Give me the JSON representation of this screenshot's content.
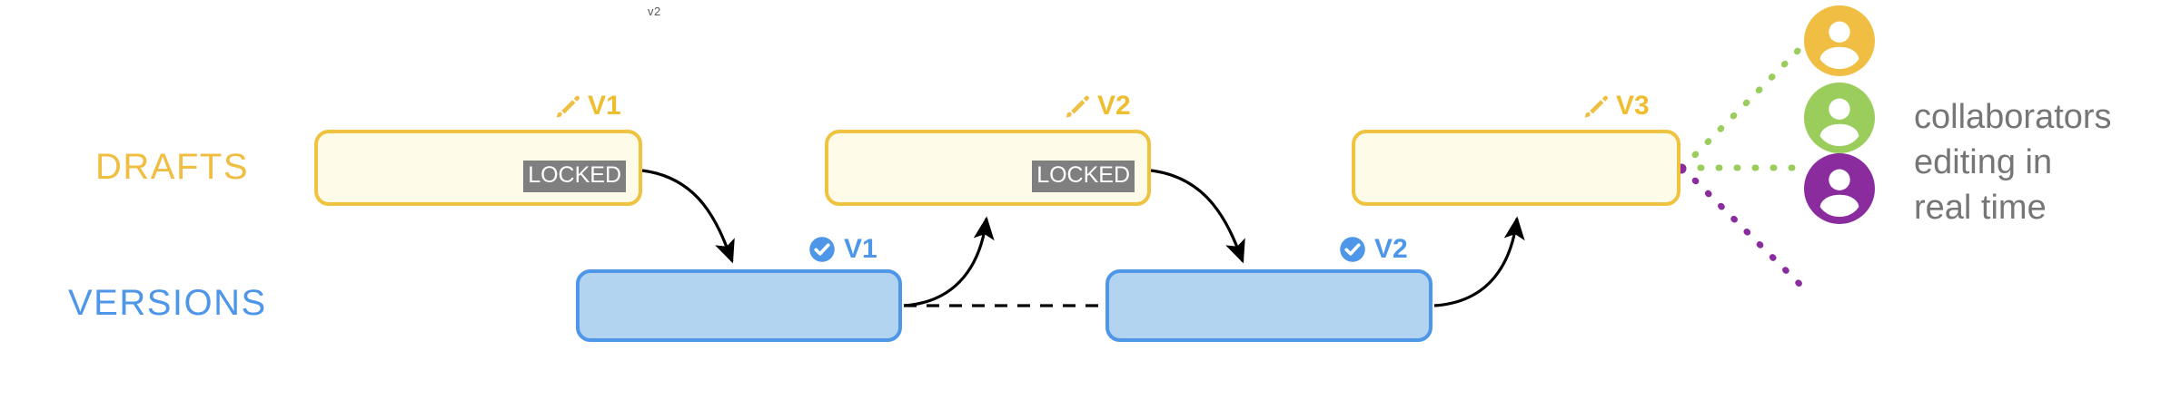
{
  "diagram": {
    "corner_label": "v2",
    "rows": [
      {
        "name": "drafts-row",
        "label": "DRAFTS",
        "color": "#EFBE43"
      },
      {
        "name": "versions-row",
        "label": "VERSIONS",
        "color": "#4D96E8"
      }
    ],
    "drafts": [
      {
        "id": "draft-1",
        "tag": "V1",
        "icon": "pencil-icon",
        "badge": "LOCKED",
        "has_badge": true
      },
      {
        "id": "draft-2",
        "tag": "V2",
        "icon": "pencil-icon",
        "badge": "LOCKED",
        "has_badge": true
      },
      {
        "id": "draft-3",
        "tag": "V3",
        "icon": "pencil-icon",
        "badge": "",
        "has_badge": false
      }
    ],
    "versions": [
      {
        "id": "version-1",
        "tag": "V1",
        "icon": "check-circle-icon"
      },
      {
        "id": "version-2",
        "tag": "V2",
        "icon": "check-circle-icon"
      }
    ],
    "collaborators": [
      {
        "id": "collaborator-yellow",
        "color": "#EFBE43",
        "line_color": "#9ACD5C"
      },
      {
        "id": "collaborator-green",
        "color": "#9ACD5C",
        "line_color": "#9ACD5C"
      },
      {
        "id": "collaborator-purple",
        "color": "#8B2C9E",
        "line_color": "#8B2C9E"
      }
    ],
    "annotation": {
      "line1": "collaborators",
      "line2": "editing in",
      "line3": "real time"
    },
    "colors": {
      "draft_fill": "#FEFBE8",
      "draft_stroke": "#EFC23F",
      "draft_text": "#EFBE43",
      "version_fill": "#B3D4F0",
      "version_stroke": "#4D96E8",
      "version_text": "#4D96E8",
      "locked_badge_bg": "#7F7F7F",
      "locked_badge_text": "#FFFFFF",
      "arrow": "#000000",
      "annotation_text": "#767676",
      "avatar_yellow": "#EFBE43",
      "avatar_green": "#9ACD5C",
      "avatar_purple": "#8B2C9E"
    }
  }
}
